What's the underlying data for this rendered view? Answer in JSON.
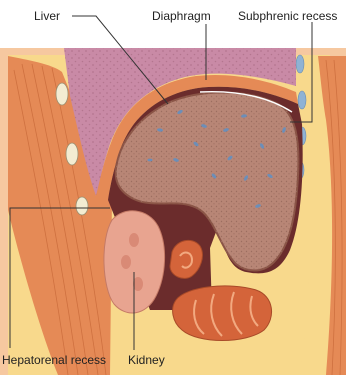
{
  "figure": {
    "labels": {
      "liver": "Liver",
      "diaphragm": "Diaphragm",
      "subphrenic_recess": "Subphrenic recess",
      "hepatorenal_recess": "Hepatorenal recess",
      "kidney": "Kidney"
    },
    "colors": {
      "skin": "#f6c8a0",
      "fat": "#f8d98c",
      "muscle": "#e58a56",
      "muscle_lines": "#c96a3a",
      "lung": "#c98aa6",
      "lung_dots": "#b4768f",
      "liver": "#b88676",
      "liver_edge": "#8a5446",
      "liver_vessels": "#6c8eb8",
      "peritoneum": "#6b2c2c",
      "kidney": "#e8a490",
      "intestine": "#d4643a",
      "rib_cartilage": "#f3ecd2",
      "leader_line": "#333333"
    }
  }
}
